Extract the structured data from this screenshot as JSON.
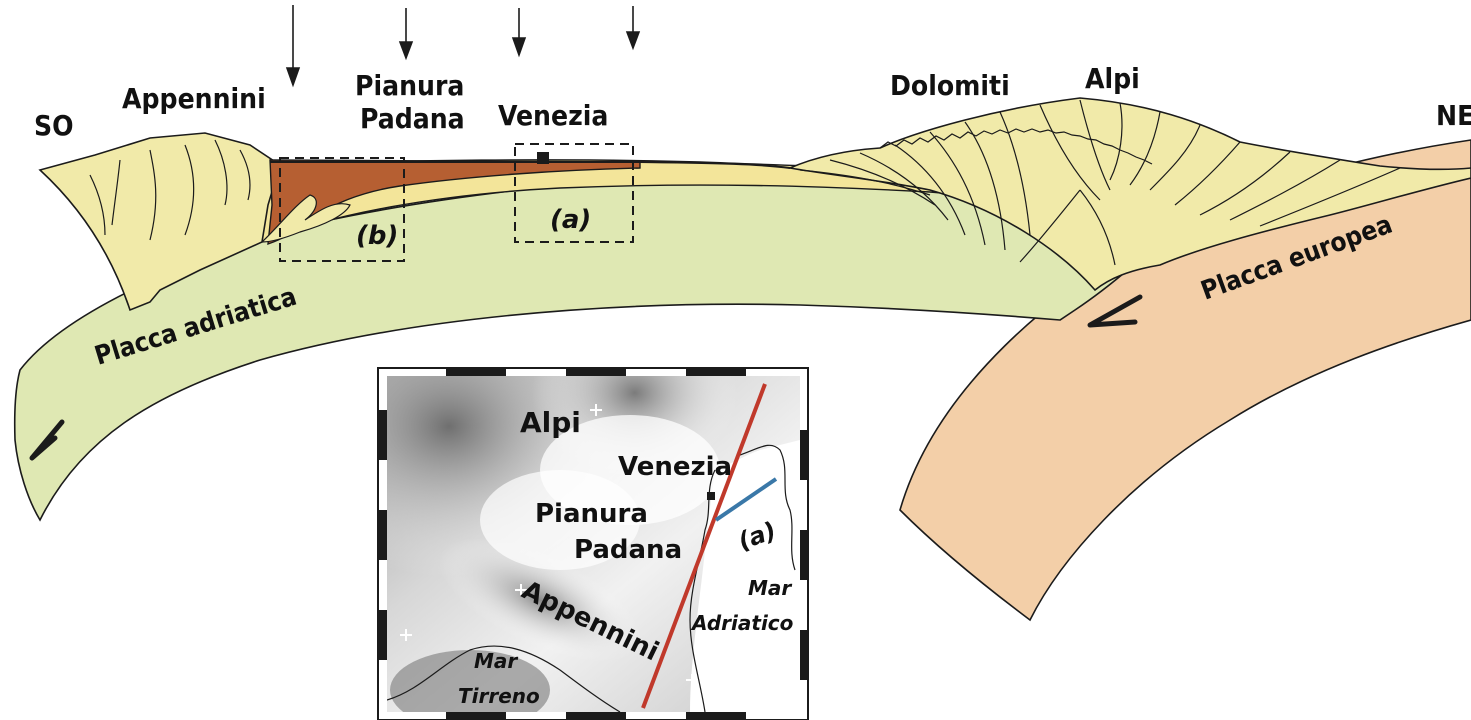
{
  "section": {
    "labels": {
      "so": "SO",
      "ne": "NE",
      "appennini": "Appennini",
      "pianura_line1": "Pianura",
      "pianura_line2": "Padana",
      "venezia": "Venezia",
      "dolomiti": "Dolomiti",
      "alpi": "Alpi",
      "placca_adriatica": "Placca adriatica",
      "placca_europea": "Placca europea",
      "box_a": "(a)",
      "box_b": "(b)"
    },
    "colors": {
      "apennine_wedge": "#f1eaa9",
      "po_basin_fill": "#b65f32",
      "adriatic_plate": "#dfe8b3",
      "european_plate": "#f3cfa8",
      "thin_cover": "#f3e59a",
      "outline": "#1b1b1b"
    }
  },
  "inset_map": {
    "labels": {
      "alpi": "Alpi",
      "venezia": "Venezia",
      "pianura_line1": "Pianura",
      "pianura_line2": "Padana",
      "appennini": "Appennini",
      "mar_adriatico_line1": "Mar",
      "mar_adriatico_line2": "Adriatico",
      "mar_tirreno_line1": "Mar",
      "mar_tirreno_line2": "Tirreno",
      "profile_a": "(a)"
    },
    "colors": {
      "section_line": "#c0392b",
      "profile_line": "#3a78a8"
    }
  }
}
